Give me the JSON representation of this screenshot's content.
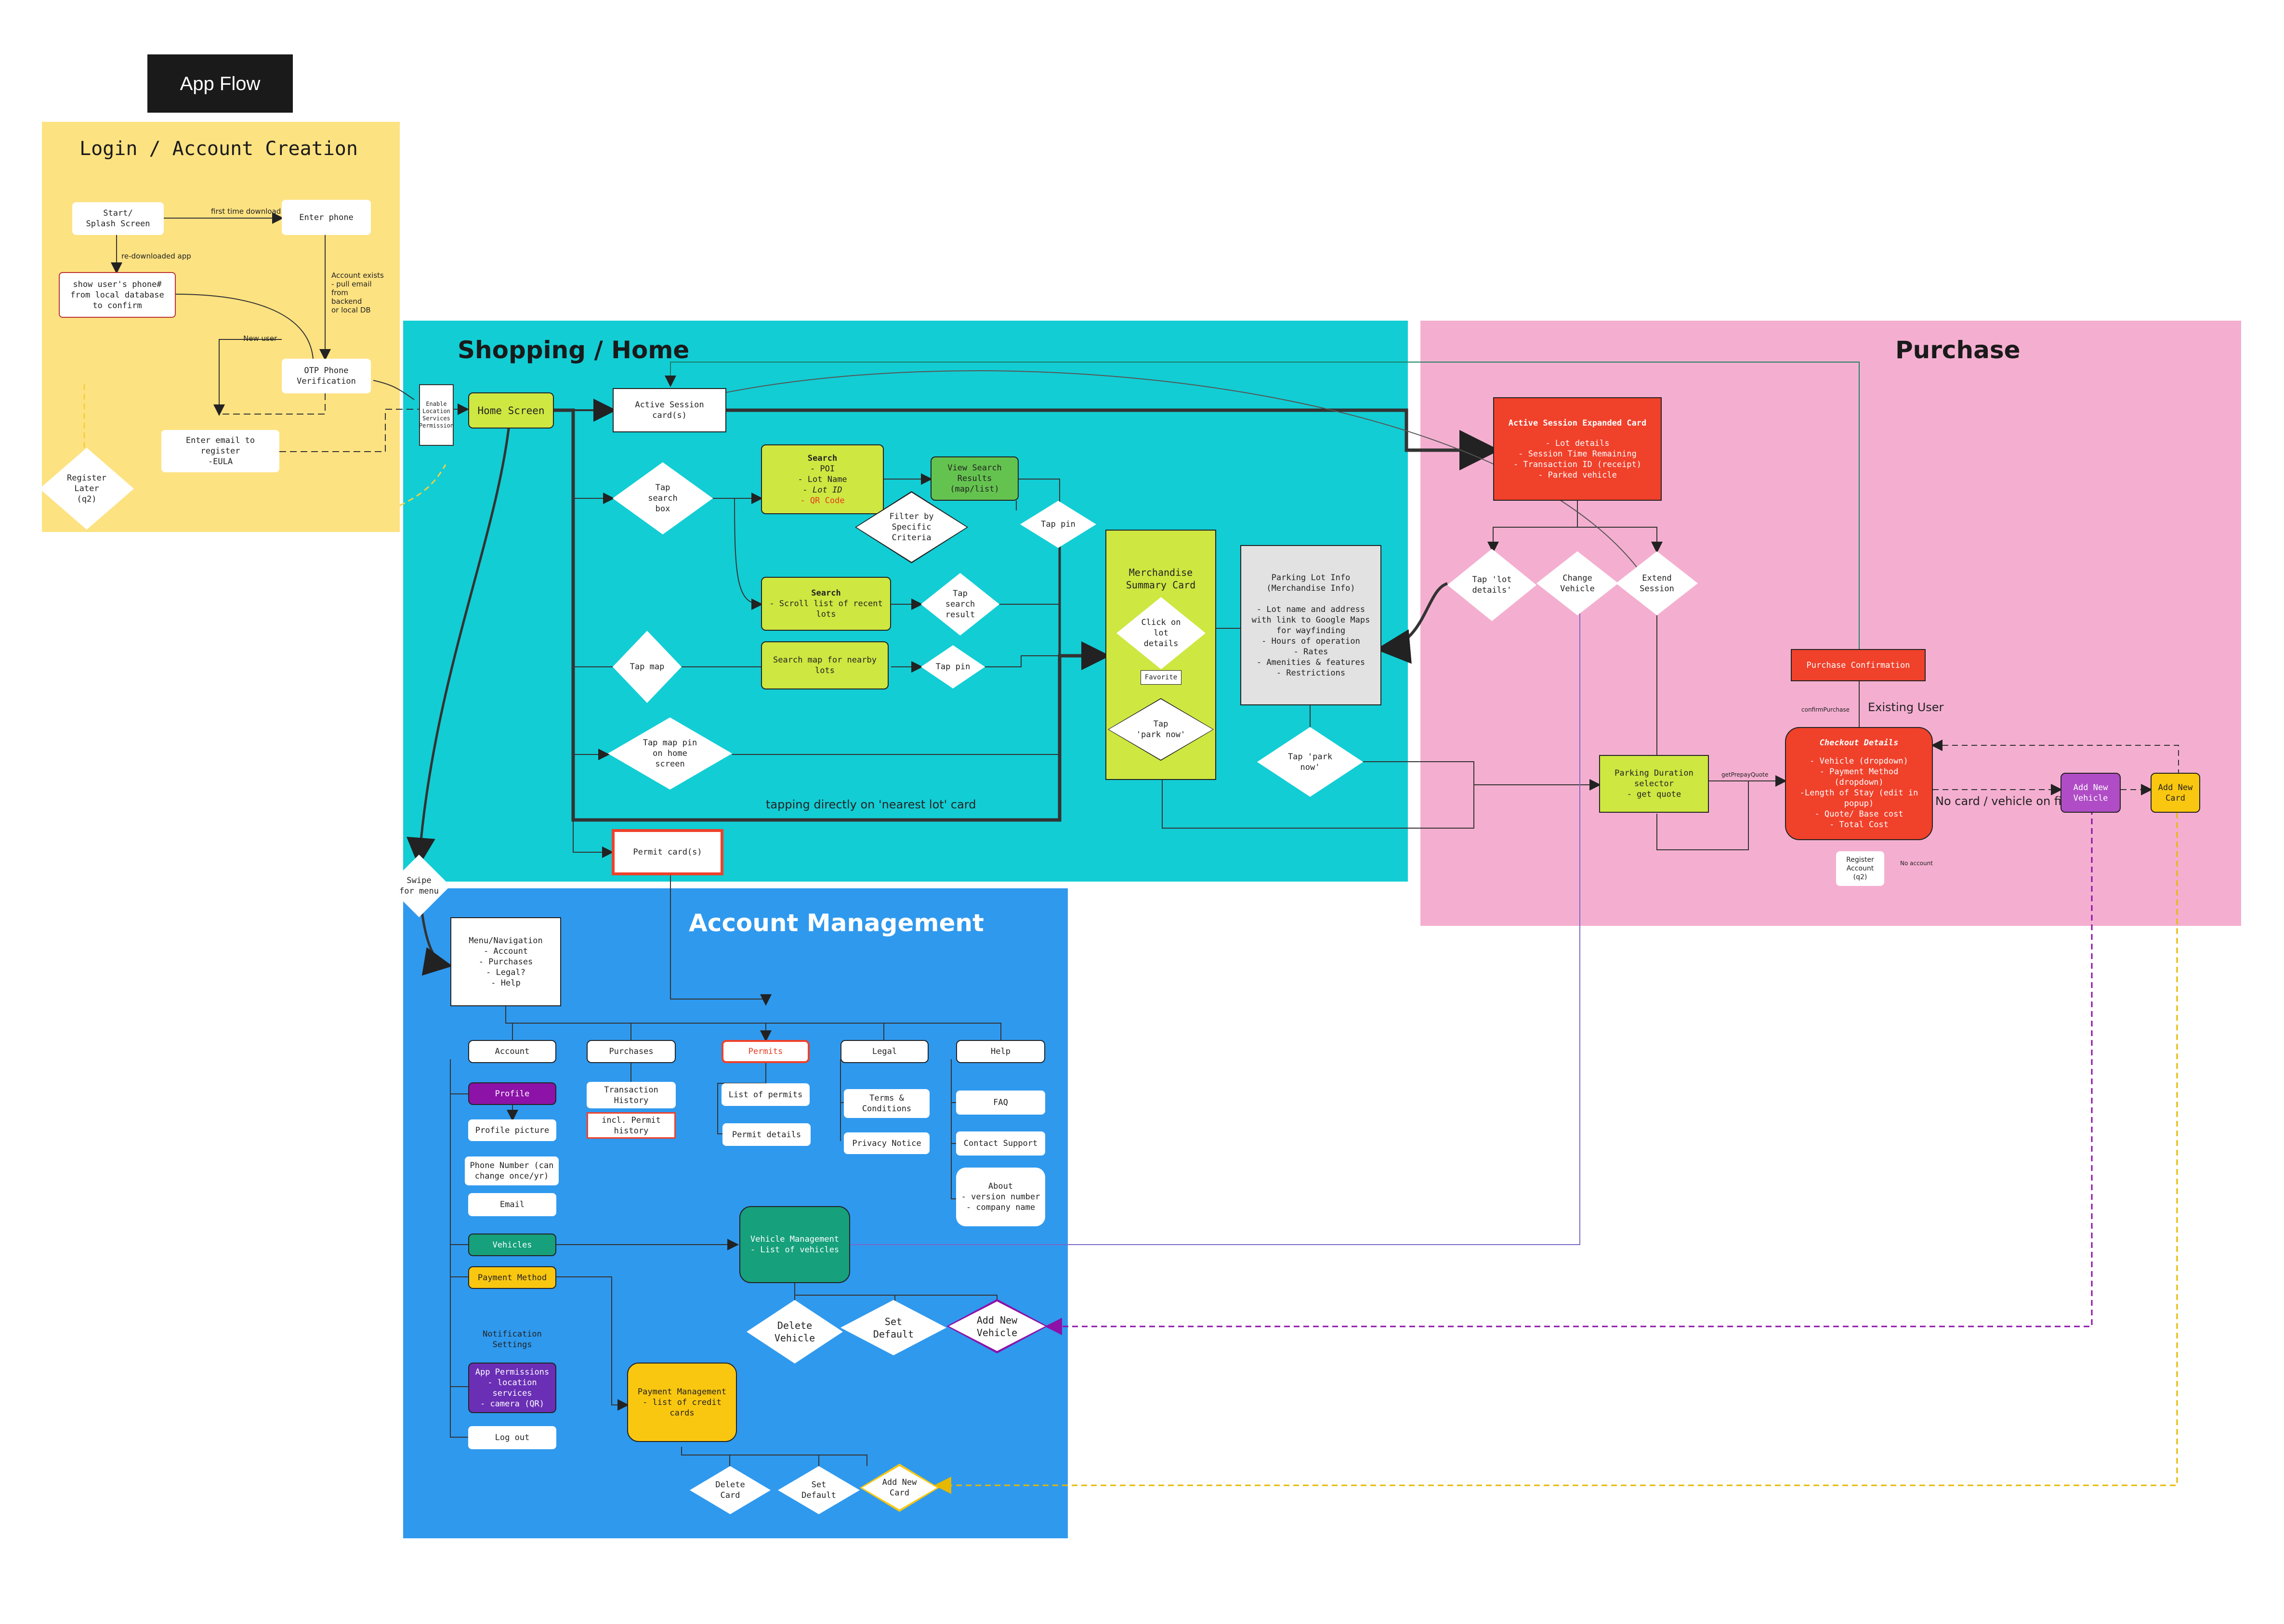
{
  "header": {
    "title": "App Flow"
  },
  "regions": {
    "login": "Login / Account Creation",
    "shopping": "Shopping / Home",
    "purchase": "Purchase",
    "account": "Account Management"
  },
  "login": {
    "start": "Start/\nSplash Screen",
    "enter_phone": "Enter phone",
    "show_phone": "show user's phone#\nfrom local database\nto confirm",
    "otp": "OTP Phone\nVerification",
    "enter_email": "Enter email to\nregister\n-EULA",
    "register_later": "Register\nLater\n(q2)",
    "enable_location": "Enable\nLocation\nServices\nPermission",
    "lbl_first_time": "first time download",
    "lbl_redownloaded": "re-downloaded app",
    "lbl_account_exists": "Account exists\n- pull email\nfrom\nbackend\nor local DB",
    "lbl_new_user": "New user"
  },
  "shopping": {
    "home": "Home Screen",
    "active_session": "Active Session\ncard(s)",
    "tap_search": "Tap\nsearch\nbox",
    "search_poi_title": "Search",
    "search_poi_items": [
      "- POI",
      "- Lot Name",
      "- Lot ID",
      "- QR Code"
    ],
    "view_results": "View Search\nResults\n(map/list)",
    "filter": "Filter by\nSpecific\nCriteria",
    "tap_pin_1": "Tap pin",
    "search_recent_title": "Search",
    "search_recent": "- Scroll list of recent\nlots",
    "tap_search_result": "Tap\nsearch\nresult",
    "tap_map": "Tap map",
    "search_map": "Search map for nearby\nlots",
    "tap_pin_2": "Tap pin",
    "tap_map_pin": "Tap map pin\non home\nscreen",
    "merch_title": "Merchandise\nSummary Card",
    "click_lot": "Click on\nlot\ndetails",
    "favorite": "Favorite",
    "tap_park": "Tap\n'park now'",
    "lot_info": "Parking Lot Info\n(Merchandise Info)\n\n- Lot name and address\nwith link to Google Maps\nfor wayfinding\n- Hours of operation\n- Rates\n- Amenities & features\n- Restrictions",
    "tap_park_2": "Tap 'park\nnow'",
    "lbl_nearest": "tapping directly on 'nearest lot' card",
    "permit_cards": "Permit card(s)",
    "swipe_menu": "Swipe\nfor menu"
  },
  "purchase": {
    "active_expanded_title": "Active Session Expanded Card",
    "active_expanded_items": "- Lot details\n- Session Time Remaining\n- Transaction ID (receipt)\n- Parked vehicle",
    "tap_lot_details": "Tap 'lot\ndetails'",
    "change_vehicle": "Change\nVehicle",
    "extend_session": "Extend\nSession",
    "purchase_confirmation": "Purchase Confirmation",
    "lbl_confirm": "confirmPurchase",
    "lbl_existing": "Existing User",
    "parking_duration": "Parking Duration\nselector\n- get quote",
    "lbl_prepay": "getPrepayQuote",
    "checkout_title": "Checkout Details",
    "checkout_items": "- Vehicle (dropdown)\n- Payment Method\n(dropdown)\n-Length of Stay (edit in\npopup)\n- Quote/ Base cost\n- Total Cost",
    "register_account": "Register\nAccount\n(q2)",
    "lbl_no_account": "No account",
    "lbl_no_card": "No card / vehicle on file",
    "add_vehicle": "Add New\nVehicle",
    "add_card": "Add New\nCard"
  },
  "account": {
    "menu": "Menu/Navigation\n- Account\n- Purchases\n- Legal?\n- Help",
    "account": "Account",
    "purchases": "Purchases",
    "permits": "Permits",
    "legal": "Legal",
    "help": "Help",
    "profile": "Profile",
    "profile_picture": "Profile picture",
    "phone": "Phone Number (can\nchange once/yr)",
    "email": "Email",
    "vehicles": "Vehicles",
    "payment_method": "Payment Method",
    "notification": "Notification\nSettings",
    "app_permissions": "App Permissions\n- location\nservices\n- camera (QR)",
    "logout": "Log out",
    "transaction_history": "Transaction\nHistory",
    "permit_history": "incl. Permit\nhistory",
    "list_permits": "List of permits",
    "permit_details": "Permit details",
    "terms": "Terms &\nConditions",
    "privacy": "Privacy Notice",
    "faq": "FAQ",
    "contact": "Contact Support",
    "about": "About\n- version number\n- company name",
    "vehicle_mgmt": "Vehicle Management\n- List of vehicles",
    "delete_vehicle": "Delete\nVehicle",
    "set_default_v": "Set\nDefault",
    "add_vehicle": "Add New\nVehicle",
    "payment_mgmt": "Payment Management\n- list of credit\ncards",
    "delete_card": "Delete\nCard",
    "set_default_c": "Set\nDefault",
    "add_card": "Add New\nCard"
  },
  "colors": {
    "login_bg": "#fde281",
    "shopping_bg": "#12cdd4",
    "purchase_bg": "#f4afd0",
    "account_bg": "#2f99ee",
    "lime": "#cee741",
    "green": "#64c34f",
    "red": "#f0412b",
    "purple": "#8c12a8",
    "violet": "#6a2fb5",
    "teal": "#16a07c",
    "yellow": "#fac710",
    "grey": "#e2e2e2"
  }
}
